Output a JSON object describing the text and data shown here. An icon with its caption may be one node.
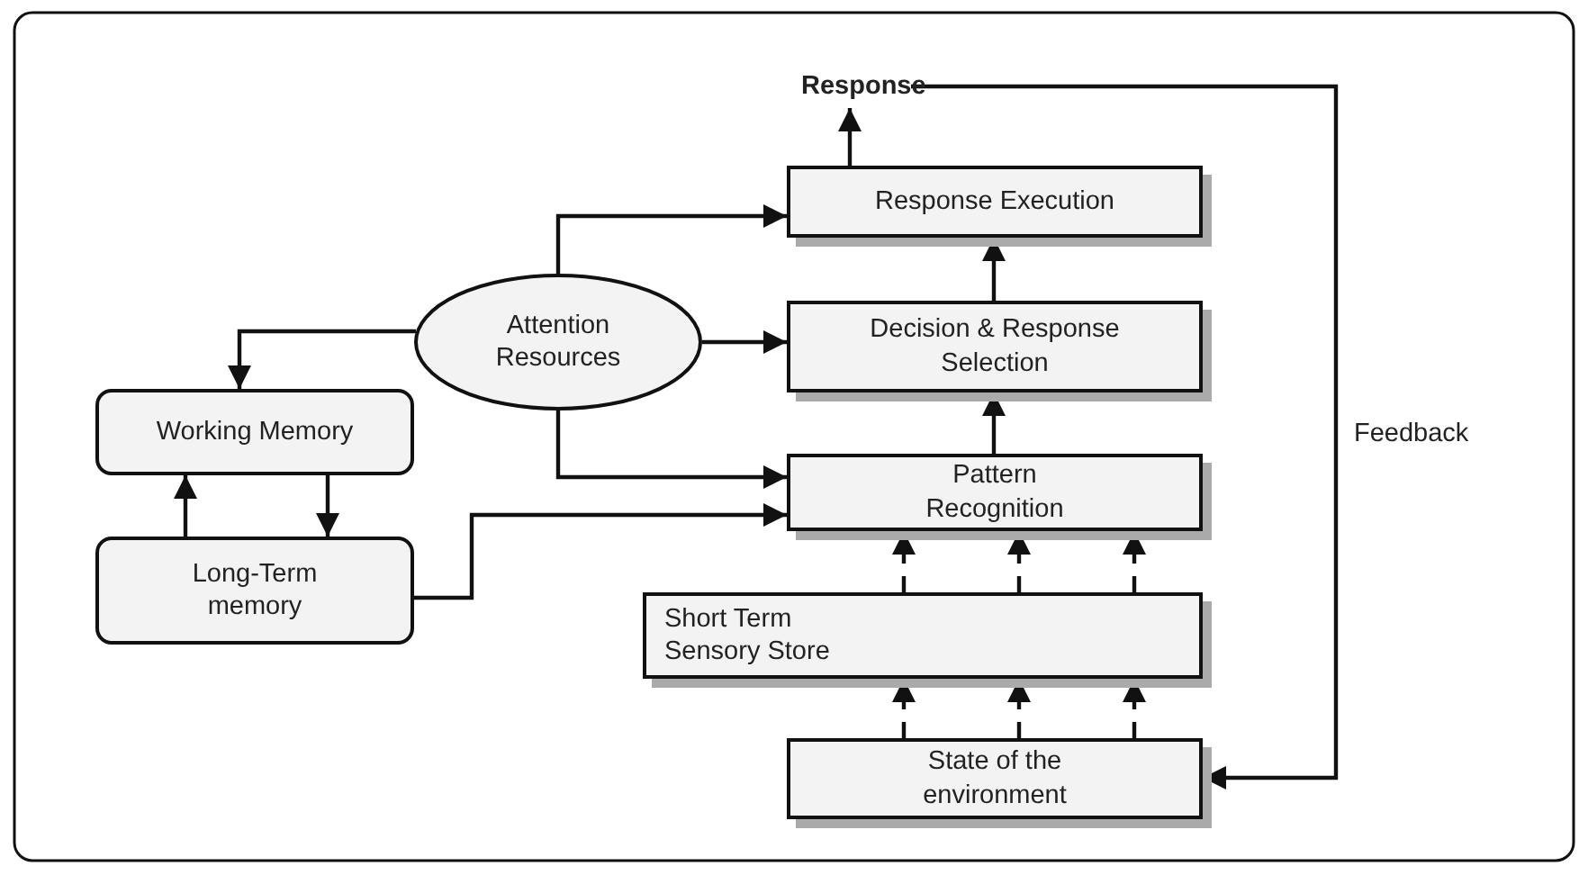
{
  "diagram": {
    "nodes": [
      {
        "text": [
          "Response"
        ]
      },
      {
        "text": [
          "Response Execution"
        ]
      },
      {
        "text": [
          "Decision & Response Selection"
        ]
      },
      {
        "text": [
          "Pattern Recognition"
        ]
      },
      {
        "text": [
          "Attention Resources"
        ]
      },
      {
        "text": [
          "Working Memory"
        ]
      },
      {
        "text": [
          "Long-Term memory"
        ]
      },
      {
        "text": [
          "Short Term Sensory Store"
        ]
      },
      {
        "text": [
          "State of the environment"
        ]
      }
    ],
    "edges": [
      {
        "from": 1,
        "to": 0,
        "arrow": "to"
      },
      {
        "from": 2,
        "to": 1,
        "arrow": "to"
      },
      {
        "from": 3,
        "to": 2,
        "arrow": "to"
      },
      {
        "from": 4,
        "to": 1,
        "arrow": "to"
      },
      {
        "from": 4,
        "to": 2,
        "arrow": "to"
      },
      {
        "from": 4,
        "to": 3,
        "arrow": "to"
      },
      {
        "from": 4,
        "to": 5,
        "arrow": "to"
      },
      {
        "from": 5,
        "to": 6,
        "arrow": "to"
      },
      {
        "from": 6,
        "to": 5,
        "arrow": "to"
      },
      {
        "from": 6,
        "to": 3,
        "arrow": "to"
      },
      {
        "from": 8,
        "to": 7,
        "arrow": "to",
        "style": "dashed"
      },
      {
        "from": 8,
        "to": 7,
        "arrow": "to",
        "style": "dashed"
      },
      {
        "from": 8,
        "to": 7,
        "arrow": "to",
        "style": "dashed"
      },
      {
        "from": 7,
        "to": 3,
        "arrow": "to",
        "style": "dashed"
      },
      {
        "from": 7,
        "to": 3,
        "arrow": "to",
        "style": "dashed"
      },
      {
        "from": 7,
        "to": 3,
        "arrow": "to",
        "style": "dashed"
      },
      {
        "from": 0,
        "to": 8,
        "arrow": "to",
        "label": "Feedback"
      }
    ]
  }
}
